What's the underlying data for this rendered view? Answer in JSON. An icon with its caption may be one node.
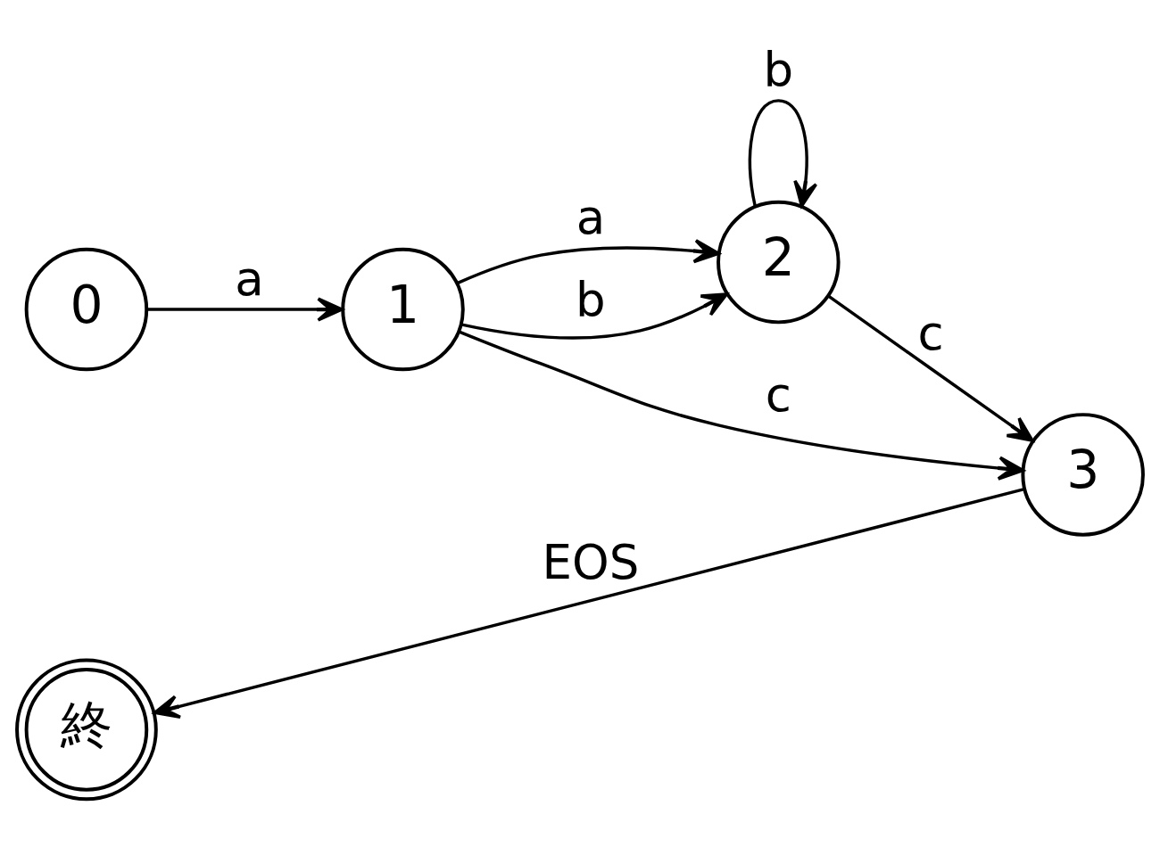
{
  "diagram": {
    "nodes": [
      {
        "text": [
          "0"
        ]
      },
      {
        "text": [
          "1"
        ]
      },
      {
        "text": [
          "2"
        ]
      },
      {
        "text": [
          "3"
        ]
      },
      {
        "text": [
          "終"
        ]
      }
    ],
    "edges": [
      {
        "from": 0,
        "to": 1,
        "arrow": "to",
        "label": "a"
      },
      {
        "from": 1,
        "to": 2,
        "arrow": "to",
        "label": "a"
      },
      {
        "from": 1,
        "to": 2,
        "arrow": "to",
        "label": "b"
      },
      {
        "from": 2,
        "to": 2,
        "arrow": "to",
        "label": "b"
      },
      {
        "from": 1,
        "to": 3,
        "arrow": "to",
        "label": "c"
      },
      {
        "from": 2,
        "to": 3,
        "arrow": "to",
        "label": "c"
      },
      {
        "from": 3,
        "to": 4,
        "arrow": "to",
        "label": "EOS"
      }
    ]
  }
}
